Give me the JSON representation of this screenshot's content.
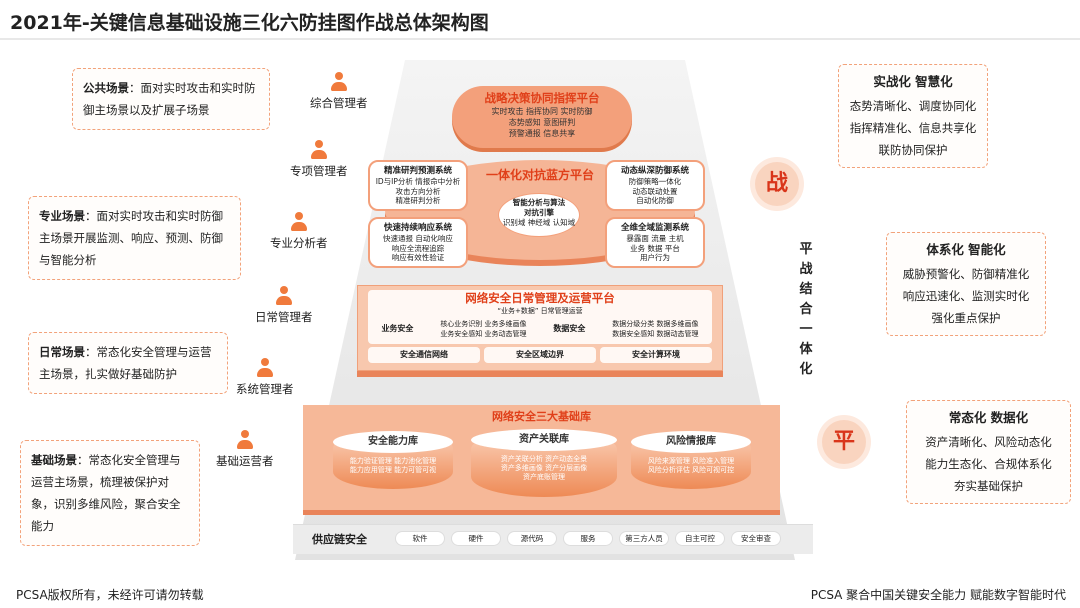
{
  "title": "2021年-关键信息基础设施三化六防挂图作战总体架构图",
  "scenes": [
    {
      "label": "公共场景",
      "text": "：面对实时攻击和实时防御主场景以及扩展子场景"
    },
    {
      "label": "专业场景",
      "text": "：面对实时攻击和实时防御主场景开展监测、响应、预测、防御与智能分析"
    },
    {
      "label": "日常场景",
      "text": "：常态化安全管理与运营主场景，扎实做好基础防护"
    },
    {
      "label": "基础场景",
      "text": "：常态化安全管理与运营主场景，梳理被保护对象，识别多维风险，聚合安全能力"
    }
  ],
  "roles": [
    "综合管理者",
    "专项管理者",
    "专业分析者",
    "日常管理者",
    "系统管理者",
    "基础运营者"
  ],
  "right": [
    {
      "title": "实战化  智慧化",
      "lines": [
        "态势清晰化、调度协同化",
        "指挥精准化、信息共享化",
        "联防协同保护"
      ]
    },
    {
      "title": "体系化  智能化",
      "lines": [
        "威胁预警化、防御精准化",
        "响应迅速化、监测实时化",
        "强化重点保护"
      ]
    },
    {
      "title": "常态化  数据化",
      "lines": [
        "资产清晰化、风险动态化",
        "能力生态化、合规体系化",
        "夯实基础保护"
      ]
    }
  ],
  "zhan": "战",
  "ping": "平",
  "vertical": [
    "平",
    "战",
    "结",
    "合",
    "一",
    "体",
    "化"
  ],
  "cloud": {
    "title": "战略决策协同指挥平台",
    "lines": [
      "实时攻击  指挥协同  实时防御",
      "态势感知  意图研判",
      "预警通报  信息共享"
    ]
  },
  "blue": {
    "title": "一体化对抗蓝方平台",
    "systems": [
      {
        "title": "精准研判预测系统",
        "lines": [
          "ID与IP分析  情报命中分析",
          "攻击方向分析",
          "精准研判分析"
        ]
      },
      {
        "title": "动态纵深防御系统",
        "lines": [
          "防御策略一体化",
          "动态联动处置",
          "自动化防御"
        ]
      },
      {
        "title": "快速持续响应系统",
        "lines": [
          "快速通报  自动化响应",
          "响应全流程追踪",
          "响应有效性验证"
        ]
      },
      {
        "title": "全维全域监测系统",
        "lines": [
          "暴露面  流量  主机",
          "业务  数据  平台",
          "用户行为"
        ]
      }
    ],
    "center": {
      "title1": "智能分析与算法",
      "title2": "对抗引擎",
      "sub": "识别域  神经域  认知域"
    }
  },
  "ops": {
    "title": "网络安全日常管理及运营平台",
    "subtitle": "“业务+数据” 日常管理运营",
    "biz": "业务安全",
    "biz_items": [
      "核心业务识别  业务多维画像",
      "业务安全感知  业务动态管理"
    ],
    "data": "数据安全",
    "data_items": [
      "数据分级分类  数据多维画像",
      "数据安全感知  数据动态管理"
    ],
    "cells": [
      "安全通信网络",
      "安全区域边界",
      "安全计算环境"
    ]
  },
  "base": {
    "title": "网络安全三大基础库",
    "libs": [
      {
        "name": "安全能力库",
        "lines": [
          "能力验证管理  能力池化管理",
          "能力应用管理  能力可管可视"
        ]
      },
      {
        "name": "资产关联库",
        "lines": [
          "资产关联分析  资产动态全景",
          "资产多维画像  资产分层画像",
          "资产底账管理"
        ]
      },
      {
        "name": "风险情报库",
        "lines": [
          "风险来源管理  风险准入管理",
          "风险分析评估  风险可视可控"
        ]
      }
    ]
  },
  "supply": {
    "label": "供应链安全",
    "items": [
      "软件",
      "硬件",
      "源代码",
      "服务",
      "第三方人员",
      "自主可控",
      "安全审查"
    ]
  },
  "footer_left": "PCSA版权所有，未经许可请勿转载",
  "footer_right": "PCSA 聚合中国关键安全能力   赋能数字智能时代"
}
